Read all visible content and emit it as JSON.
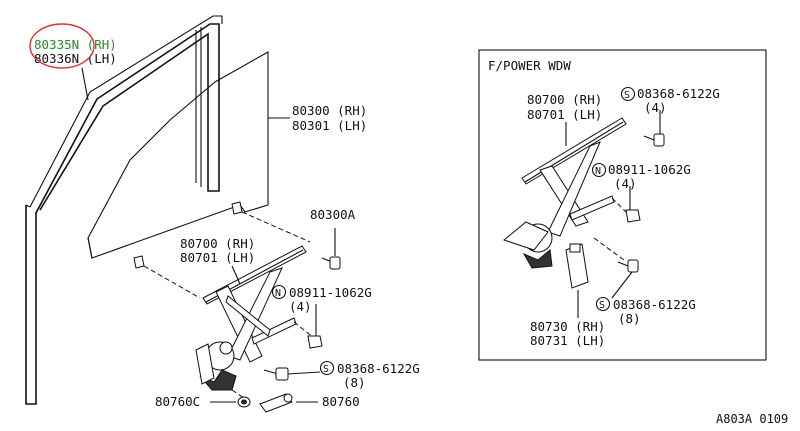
{
  "callouts": {
    "run_rh": "80335N (RH)",
    "run_lh": "80336N (LH)",
    "glass_rh": "80300 (RH)",
    "glass_lh": "80301 (LH)",
    "bolt_glass": "80300A",
    "reg_rh": "80700 (RH)",
    "reg_lh": "80701 (LH)",
    "nut_code": "08911-1062G",
    "nut_qty": "(4)",
    "bolt_code": "08368-6122G",
    "bolt_qty": "(8)",
    "handle_washer": "80760C",
    "handle": "80760"
  },
  "inset": {
    "title": "F/POWER WDW",
    "reg_rh": "80700 (RH)",
    "reg_lh": "80701 (LH)",
    "bolt_top_code": "08368-6122G",
    "bolt_top_qty": "(4)",
    "nut_code": "08911-1062G",
    "nut_qty": "(4)",
    "bolt_bottom_code": "08368-6122G",
    "bolt_bottom_qty": "(8)",
    "motor_rh": "80730 (RH)",
    "motor_lh": "80731 (LH)"
  },
  "circle_letters": {
    "n": "N",
    "s": "S"
  },
  "diagram_code": "A803A 0109",
  "colors": {
    "highlight_text": "#1f8f1f",
    "highlight_ring": "#e03030",
    "line": "#111111"
  }
}
